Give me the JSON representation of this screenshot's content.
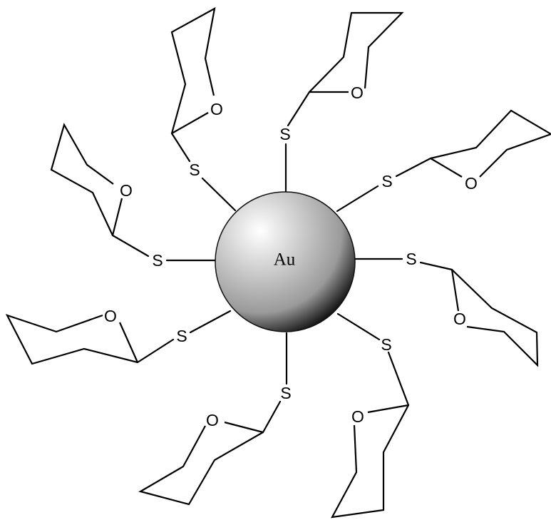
{
  "core": {
    "label": "Au",
    "shading": {
      "highlight": "#ffffff",
      "mid": "#9a9a9a",
      "edge": "#141414"
    }
  },
  "linker_atom": "S",
  "ring_heteroatom": "O",
  "ligand_count": 8
}
